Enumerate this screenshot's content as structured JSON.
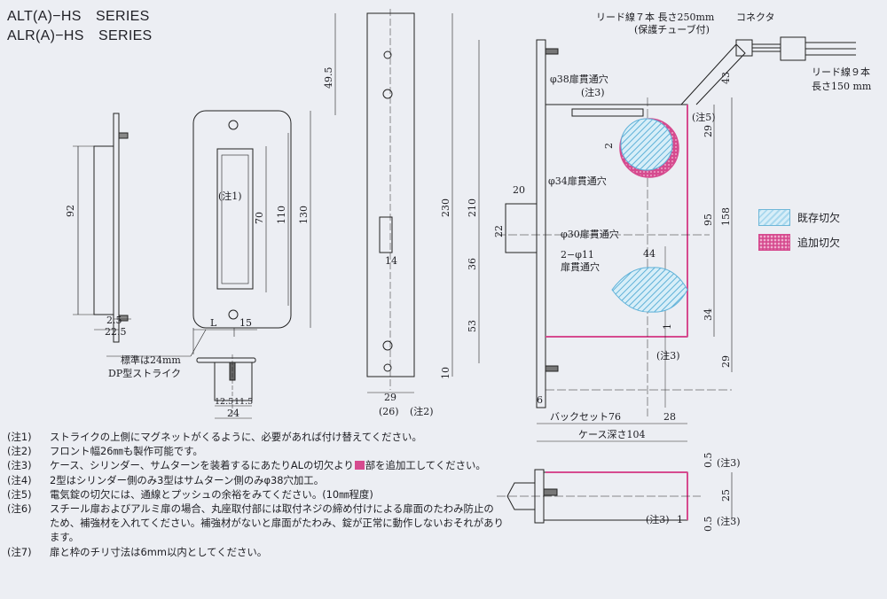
{
  "titles": [
    "ALT(A)−HS　SERIES",
    "ALR(A)−HS　SERIES"
  ],
  "strike": {
    "dims": {
      "height_92": "92",
      "d2_5": "2.5",
      "d22_5": "22.5",
      "d70": "70",
      "d110": "110",
      "d130": "130",
      "L": "L",
      "d15": "15"
    },
    "note_ref": "(注1)",
    "standard_label_1": "標準は24mm",
    "standard_label_2": "DP型ストライク",
    "dp_dims": {
      "a": "12.5",
      "b": "11.5",
      "total": "24"
    }
  },
  "lock_front": {
    "dims": {
      "d49_5": "49.5",
      "d230": "230",
      "d210": "210",
      "d36": "36",
      "d53": "53",
      "d10": "10",
      "d14": "14",
      "d29": "29",
      "d26": "(26)"
    },
    "note_ref": "(注2)"
  },
  "lock_side": {
    "lead_wire_label": "リード線７本 長さ250mm",
    "protective_tube": "(保護チューブ付)",
    "connector_label": "コネクタ",
    "lead_wire9_label_1": "リード線９本",
    "lead_wire9_label_2": "長さ150 mm",
    "hole38_label": "φ38扉貫通穴",
    "hole38_note": "(注3)",
    "hole34_label": "φ34扉貫通穴",
    "hole30_label": "φ30扉貫通穴",
    "hole11_label_1": "2−φ11",
    "hole11_label_2": "扉貫通穴",
    "note5": "(注5)",
    "note3_a": "(注3)",
    "dims": {
      "d43": "43",
      "d29a": "29",
      "d2": "2",
      "d20": "20",
      "d22": "22",
      "d95": "95",
      "d158": "158",
      "d44": "44",
      "d34": "34",
      "d1": "1",
      "d29b": "29",
      "d6": "6",
      "d28": "28"
    },
    "backset_label": "バックセット76",
    "case_depth_label": "ケース深さ104"
  },
  "bottom_view": {
    "d0_5a": "0.5",
    "d25": "25",
    "d0_5b": "0.5",
    "d1": "1",
    "note3_top": "(注3)",
    "note3_left": "(注3)",
    "note3_bottom": "(注3)"
  },
  "legend": [
    {
      "label": "既存切欠",
      "color": "#a9d8ee"
    },
    {
      "label": "追加切欠",
      "color": "#d64b8f"
    }
  ],
  "notes": [
    {
      "key": "(注1)",
      "text": "ストライクの上側にマグネットがくるように、必要があれば付け替えてください。"
    },
    {
      "key": "(注2)",
      "text": "フロント幅26㎜も製作可能です。"
    },
    {
      "key": "(注3)",
      "text_before": "ケース、シリンダー、サムターンを装着するにあたりALの切欠より",
      "text_after": "部を追加工してください。"
    },
    {
      "key": "(注4)",
      "text": "2型はシリンダー側のみ3型はサムターン側のみφ38穴加工。"
    },
    {
      "key": "(注5)",
      "text": "電気錠の切欠には、通線とプッシュの余裕をみてください。(10㎜程度)"
    },
    {
      "key": "(注6)",
      "text": "スチール扉およびアルミ扉の場合、丸座取付部には取付ネジの締め付けによる扉面のたわみ防止のため、補強材を入れてください。補強材がないと扉面がたわみ、錠が正常に動作しないおそれがあります。"
    },
    {
      "key": "(注7)",
      "text": "扉と枠のチリ寸法は6mm以内としてください。"
    }
  ]
}
